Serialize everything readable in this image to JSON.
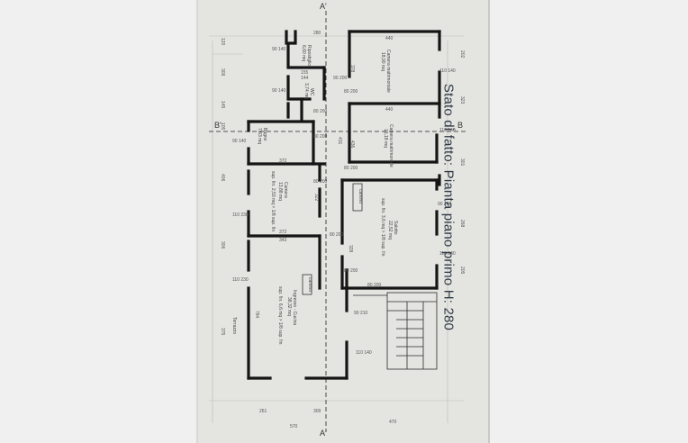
{
  "title": "Stato di fatto: Pianta piano primo H: 280",
  "sections": {
    "a": "A",
    "b": "B",
    "a_top": "A'",
    "b_left": "B'"
  },
  "rooms": {
    "ripostiglio": {
      "name": "Ripostiglio",
      "area": "6,60 mq"
    },
    "wc": {
      "name": "WC",
      "area": "3,74 mq"
    },
    "bagno": {
      "name": "Bagno",
      "area": "7,63 mq"
    },
    "camera_left": {
      "name": "Camera",
      "area": "13,88 mq",
      "sup": "sup. fin. 2,53 mq > 1/8 sup. fin"
    },
    "camera_top": {
      "name": "Camera matrimoniale",
      "area": "18,90 mq"
    },
    "camera_mid": {
      "name": "Camera matrimoniale",
      "area": "16,18 mq"
    },
    "salotto": {
      "name": "Salotto",
      "area": "22,52 mq",
      "sup": "sup. fin. 3,6 mq > 1/8 sup. fin"
    },
    "ingresso": {
      "name": "Ingresso - Cucina",
      "area": "38,32 mq",
      "sup": "sup. fin. 6,6 mq > 1/8 sup. fin"
    },
    "terrazzo": {
      "name": "Terrazzo"
    },
    "camino1": {
      "name": "camino"
    },
    "camino2": {
      "name": "camino"
    }
  },
  "dims": {
    "d440a": "440",
    "d440b": "440",
    "d372a": "372",
    "d372b": "372",
    "d343": "343",
    "d570": "570",
    "d470": "470",
    "d261": "261",
    "d309": "309",
    "d280": "280",
    "d195": "195",
    "d155": "155",
    "d144": "144",
    "d378": "378",
    "d431": "431",
    "d436": "436",
    "d322": "322",
    "d328": "328",
    "d784": "784",
    "w90_140a": "90 140",
    "w90_140b": "90 140",
    "w90_140c": "90 140",
    "w110_140a": "110 140",
    "w110_140b": "110 140",
    "w110_140c": "110 140",
    "w110_140d": "110 140",
    "w110_230a": "110 230",
    "w110_230b": "110 230",
    "w90_210": "90 210",
    "w90_140d": "90 140",
    "d80_200a": "80 200",
    "d80_200b": "80 200",
    "d80_200c": "80 200",
    "d80_200d": "80 200",
    "d80_200e": "80 200",
    "d80_200f": "80 200",
    "d80_200g": "80 200",
    "d80_200h": "80 200",
    "d90_200": "90 200",
    "r205": "205",
    "r268": "268",
    "r301": "301",
    "r323": "323",
    "r202": "202",
    "l120": "120",
    "l309": "309",
    "l145": "145",
    "l105": "105",
    "l406": "406",
    "l306": "306",
    "l375": "375"
  }
}
